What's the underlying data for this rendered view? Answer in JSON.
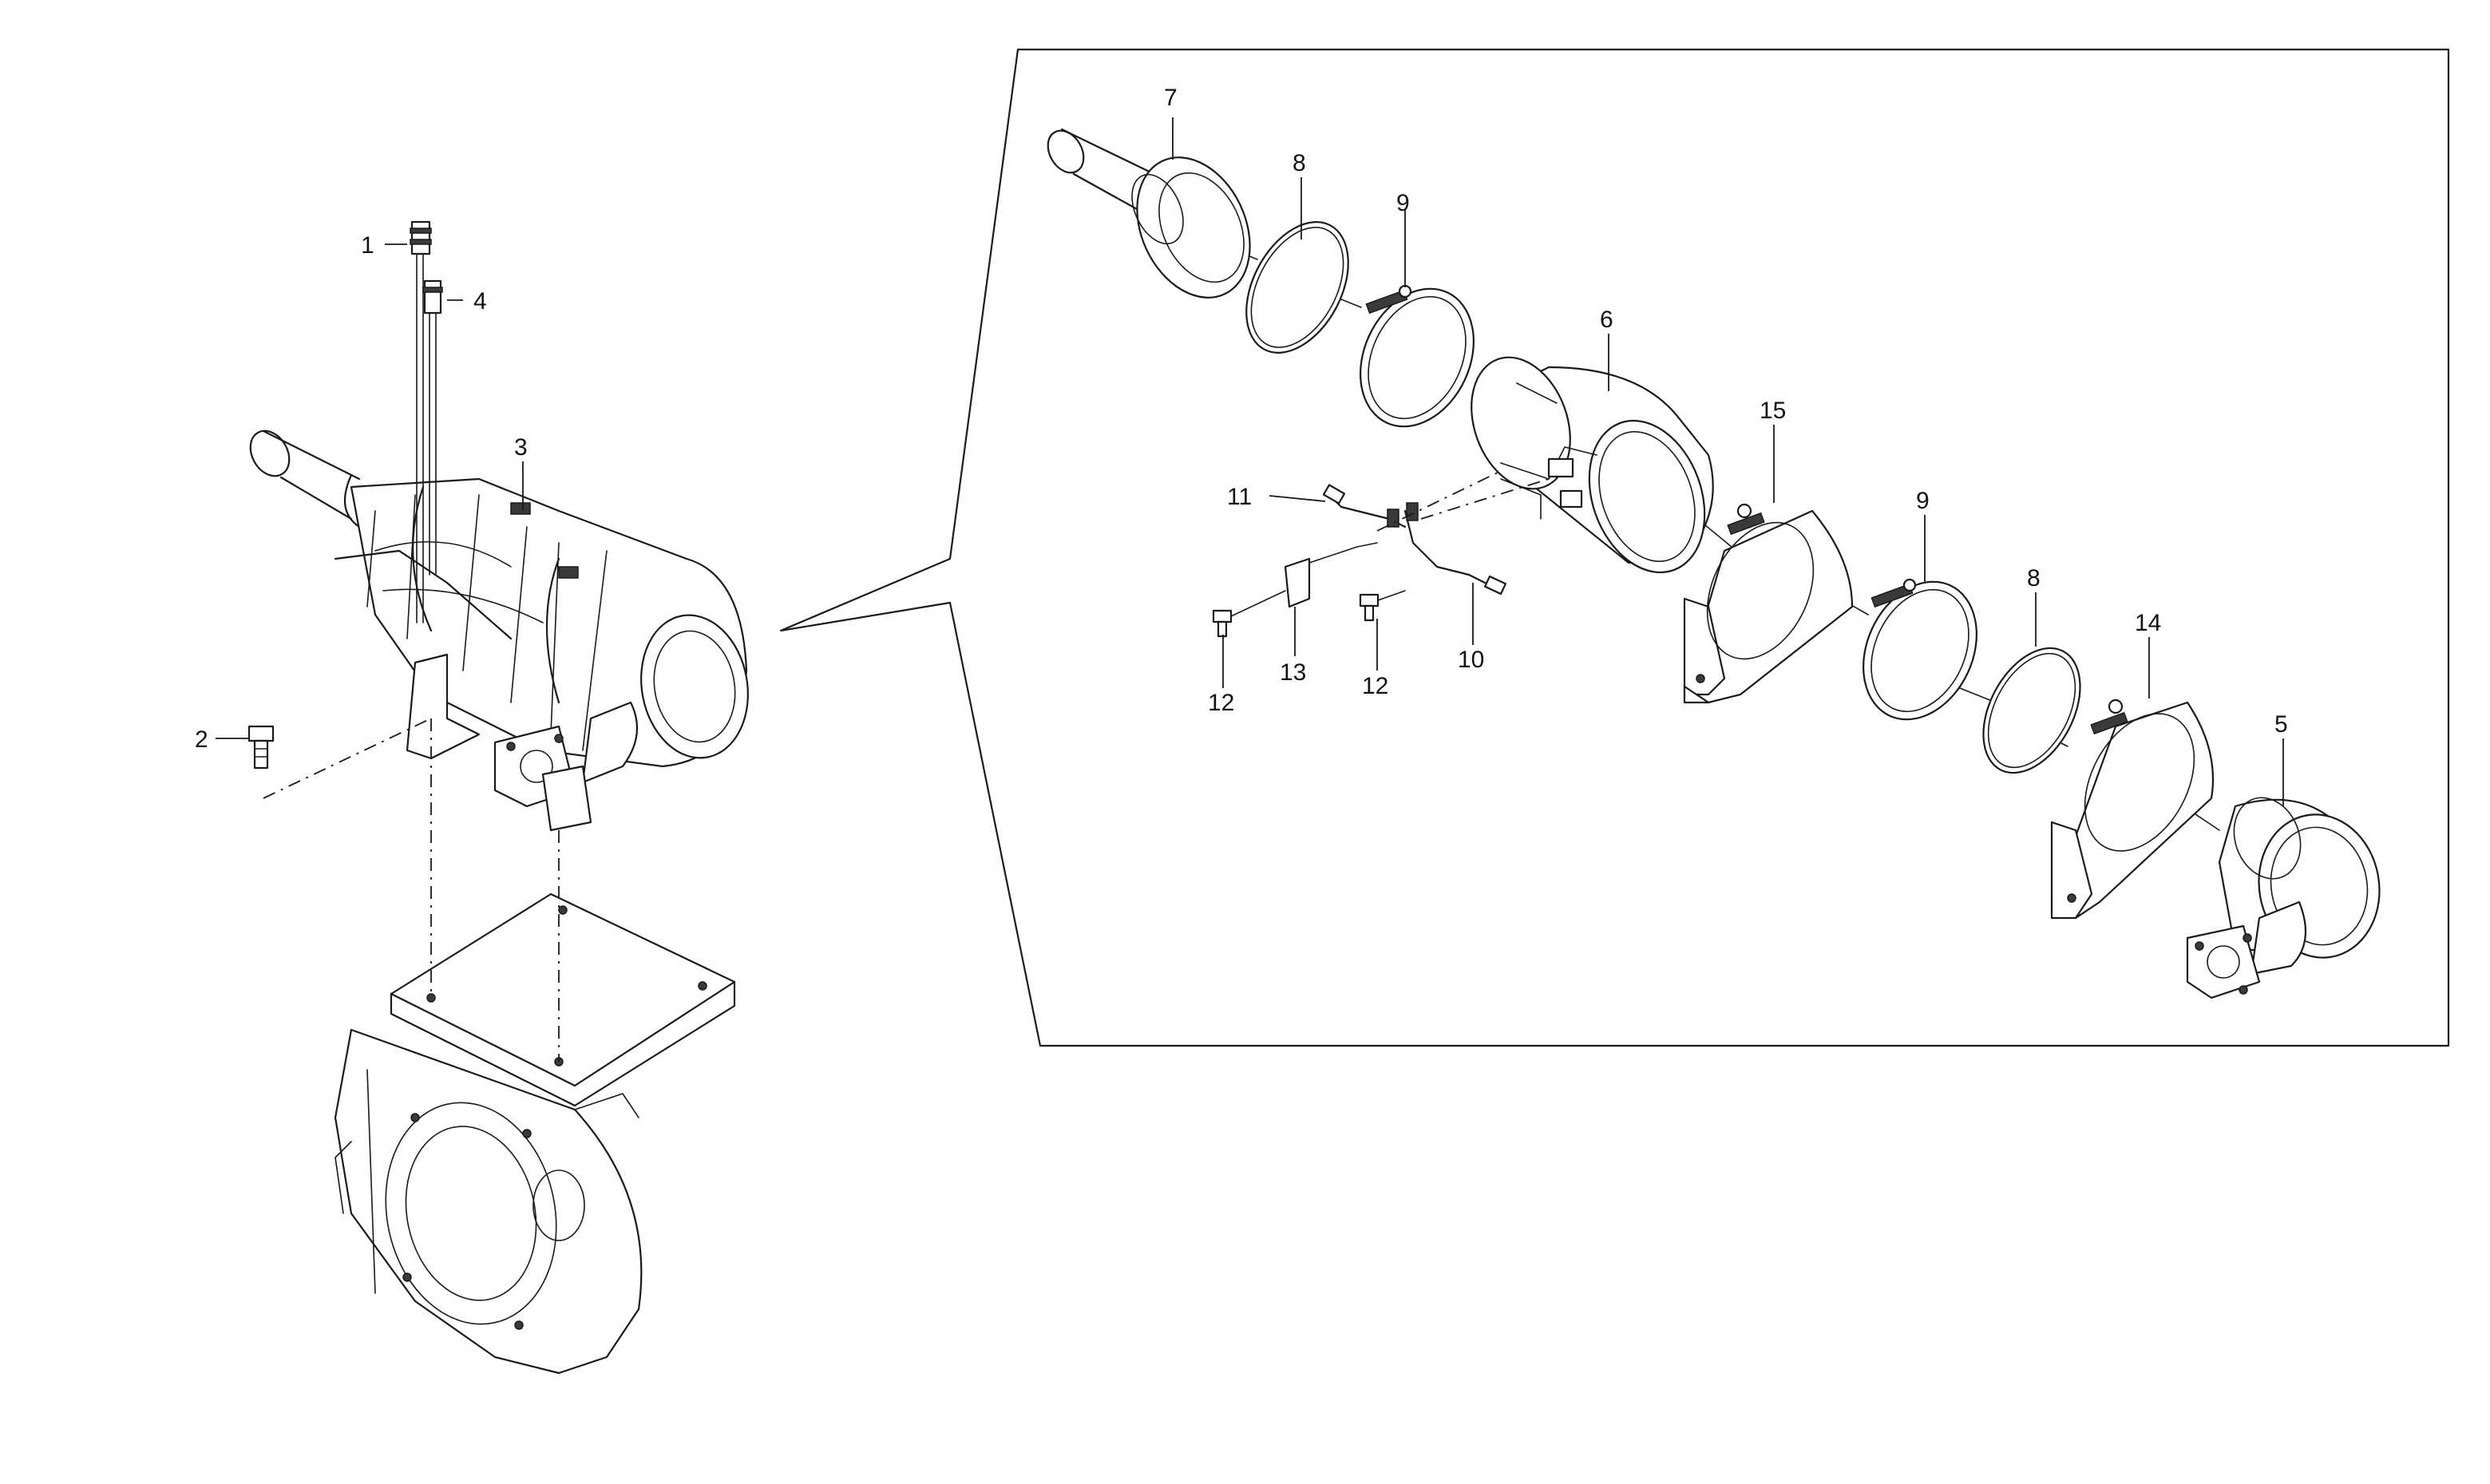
{
  "callouts": [
    {
      "id": "c1",
      "label": "1"
    },
    {
      "id": "c2",
      "label": "2"
    },
    {
      "id": "c3",
      "label": "3"
    },
    {
      "id": "c4",
      "label": "4"
    },
    {
      "id": "c5",
      "label": "5"
    },
    {
      "id": "c6",
      "label": "6"
    },
    {
      "id": "c7",
      "label": "7"
    },
    {
      "id": "c8a",
      "label": "8"
    },
    {
      "id": "c8b",
      "label": "8"
    },
    {
      "id": "c9a",
      "label": "9"
    },
    {
      "id": "c9b",
      "label": "9"
    },
    {
      "id": "c10",
      "label": "10"
    },
    {
      "id": "c11",
      "label": "11"
    },
    {
      "id": "c12a",
      "label": "12"
    },
    {
      "id": "c12b",
      "label": "12"
    },
    {
      "id": "c13",
      "label": "13"
    },
    {
      "id": "c14",
      "label": "14"
    },
    {
      "id": "c15",
      "label": "15"
    }
  ],
  "colors": {
    "line": "#1a1a1a",
    "background": "#ffffff"
  }
}
